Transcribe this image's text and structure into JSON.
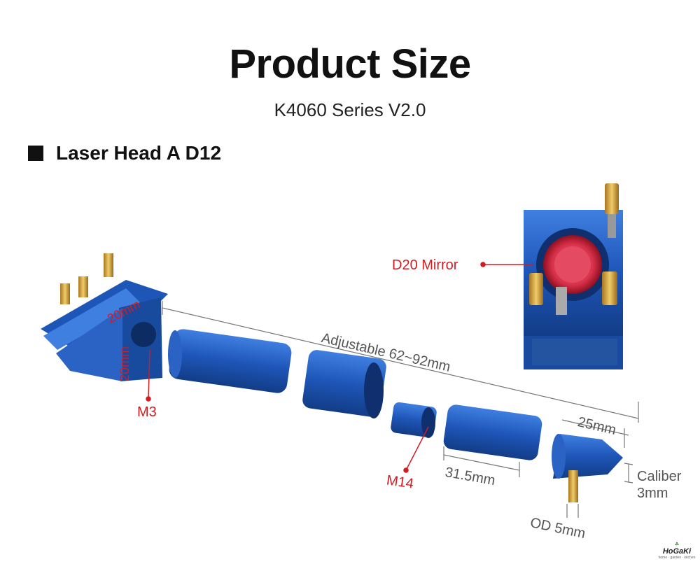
{
  "header": {
    "title": "Product Size",
    "subtitle": "K4060 Series V2.0"
  },
  "section": {
    "label": "Laser Head A D12"
  },
  "labels": {
    "mirror": "D20 Mirror",
    "m3": "M3",
    "m14": "M14",
    "adjustable": "Adjustable 62~92mm",
    "dim_25": "25mm",
    "dim_31": "31.5mm",
    "caliber_line1": "Caliber",
    "caliber_line2": "3mm",
    "od": "OD 5mm",
    "cube_w": "20mm",
    "cube_h": "20mm"
  },
  "logo": {
    "name": "HoGaKi",
    "tagline": "home · garden · kitchen"
  },
  "colors": {
    "metal_blue": "#1e56b8",
    "accent_red": "#d31b22",
    "brass": "#d4a23a"
  }
}
